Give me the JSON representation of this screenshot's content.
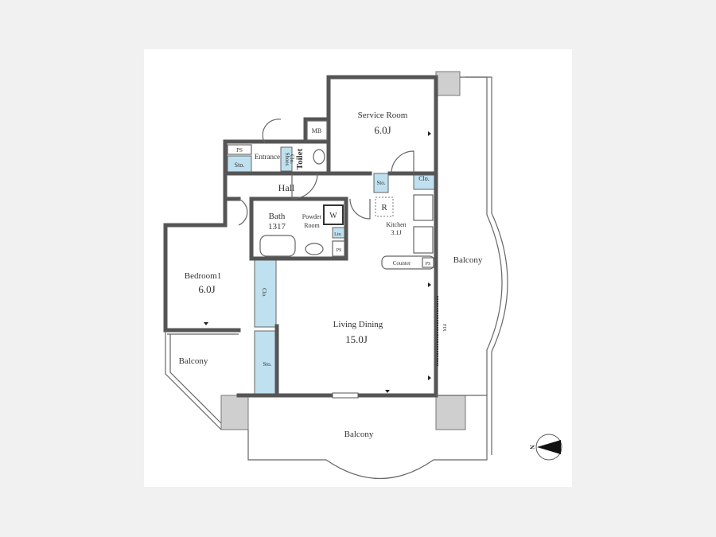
{
  "rooms": {
    "service_room": {
      "name": "Service Room",
      "size": "6.0J"
    },
    "bedroom1": {
      "name": "Bedroom1",
      "size": "6.0J"
    },
    "living_dining": {
      "name": "Living Dining",
      "size": "15.0J"
    },
    "kitchen": {
      "name": "Kitchen",
      "size": "3.1J"
    },
    "bath": {
      "name": "Bath",
      "size": "1317"
    },
    "powder_room": {
      "name": "Powder",
      "name2": "Room"
    }
  },
  "labels": {
    "mb": "MB",
    "ps_top": "PS",
    "sto_entrance": "Sto.",
    "entrance": "Entrance",
    "shoes": "Shoes",
    "shoes_clo": "Clo.",
    "toilet": "Toilet",
    "hall": "Hall",
    "sto_kitchen": "Sto.",
    "clo_kitchen": "Clo.",
    "refrigerator": "R",
    "washer": "W",
    "lin": "Lin.",
    "ps_powder": "PS",
    "counter": "Counter",
    "ps_counter": "PS",
    "clo_bedroom": "Clo.",
    "sto_living": "Sto.",
    "fix": "FIX",
    "balcony_right": "Balcony",
    "balcony_bedroom": "Balcony",
    "balcony_bottom": "Balcony",
    "north": "N"
  },
  "colors": {
    "storage": "#bfe0ef",
    "wall": "#555555",
    "pillar": "#cfcfcf"
  }
}
